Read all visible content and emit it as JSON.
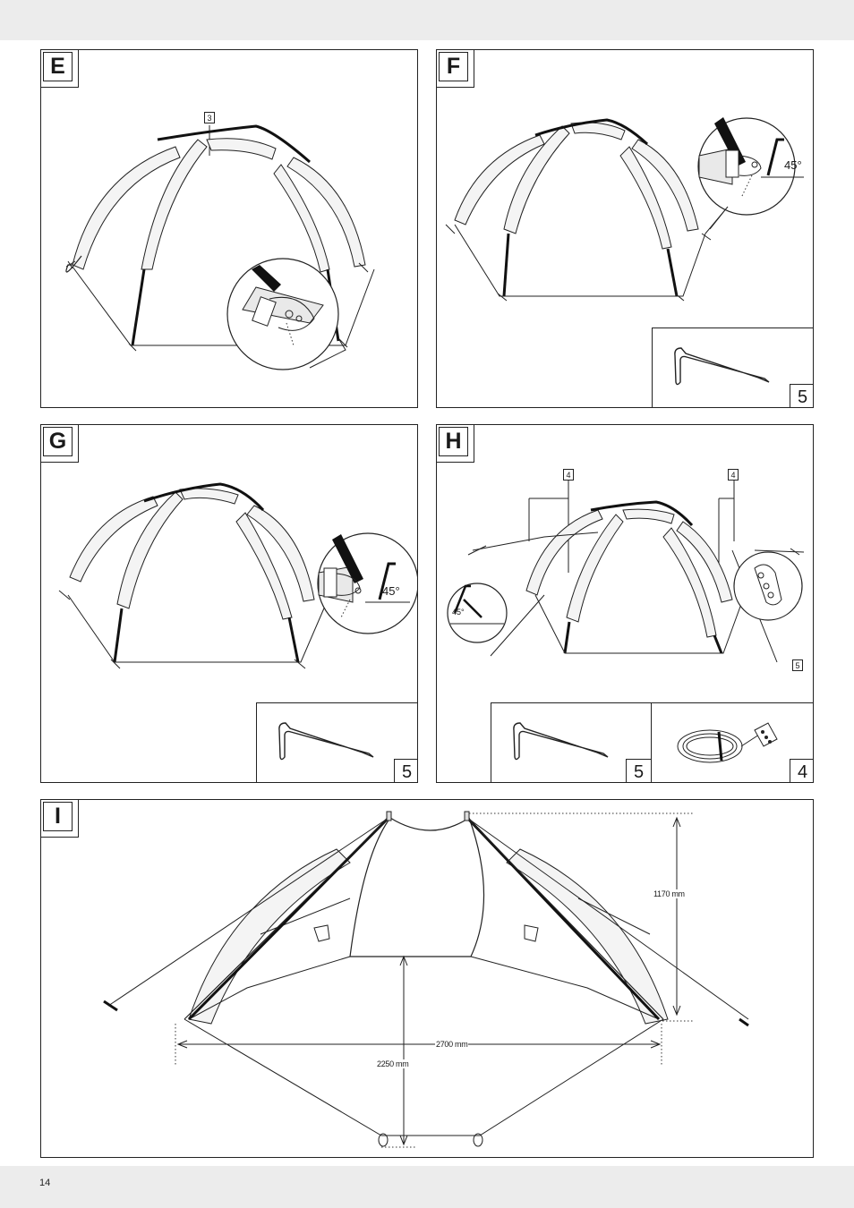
{
  "page": {
    "number": "14"
  },
  "panels": {
    "E": {
      "label": "E",
      "callouts": [
        "3"
      ]
    },
    "F": {
      "label": "F",
      "angle": "45°",
      "parts": [
        "5"
      ]
    },
    "G": {
      "label": "G",
      "angle": "45°",
      "parts": [
        "5"
      ]
    },
    "H": {
      "label": "H",
      "angle": "45°",
      "callouts": [
        "4",
        "4",
        "5",
        "5"
      ],
      "parts": [
        "5",
        "4"
      ]
    },
    "I": {
      "label": "I",
      "dimensions": {
        "height": "1170 mm",
        "width": "2700 mm",
        "depth": "2250 mm"
      }
    }
  },
  "colors": {
    "line": "#222222",
    "band": "#ececec",
    "sleeve": "#f4f4f4"
  },
  "icons": [
    "tent-drawing",
    "peg-icon",
    "guy-rope-icon",
    "peg-detail-magnifier",
    "pole-end-magnifier"
  ]
}
